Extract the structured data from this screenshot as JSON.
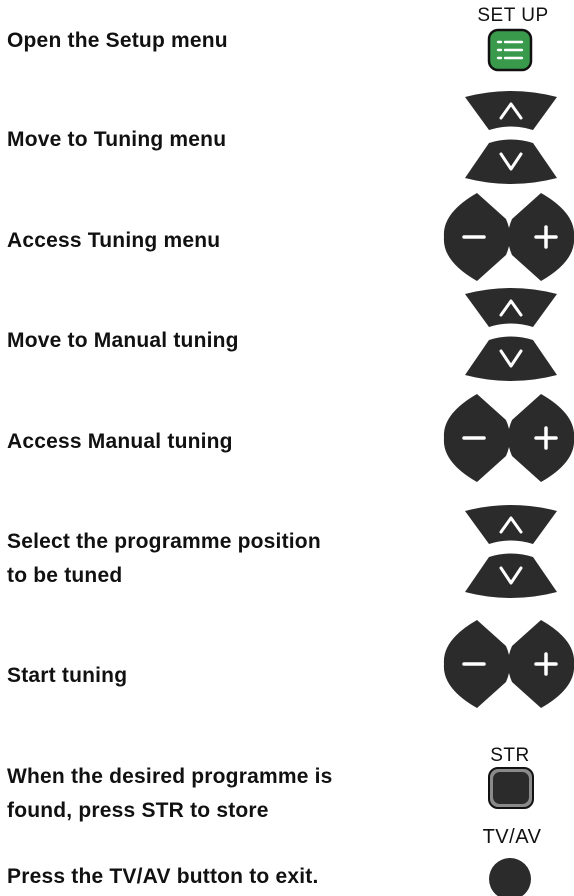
{
  "steps": [
    {
      "lines": [
        "Open the Setup menu"
      ],
      "control": "setup-button"
    },
    {
      "lines": [
        "Move to Tuning menu"
      ],
      "control": "up-down-pad"
    },
    {
      "lines": [
        "Access Tuning menu"
      ],
      "control": "minus-plus-pad"
    },
    {
      "lines": [
        "Move to Manual tuning"
      ],
      "control": "up-down-pad"
    },
    {
      "lines": [
        "Access Manual tuning"
      ],
      "control": "minus-plus-pad"
    },
    {
      "lines": [
        "Select the programme position",
        "to be tuned"
      ],
      "control": "up-down-pad"
    },
    {
      "lines": [
        "Start tuning"
      ],
      "control": "minus-plus-pad"
    },
    {
      "lines": [
        "When the desired programme is",
        "found, press STR to store"
      ],
      "control": "str-button"
    },
    {
      "lines": [
        "Press the TV/AV button to exit."
      ],
      "control": "tvav-button"
    }
  ],
  "buttons": {
    "setup_label": "SET UP",
    "str_label": "STR",
    "tvav_label": "TV/AV",
    "up_symbol": "^",
    "down_symbol": "v",
    "minus_symbol": "−",
    "plus_symbol": "+"
  },
  "colors": {
    "setup_button": "#3a9a4c",
    "pad": "#2b2b2b",
    "symbol": "#ffffff",
    "str_border": "#8a8a8a"
  }
}
